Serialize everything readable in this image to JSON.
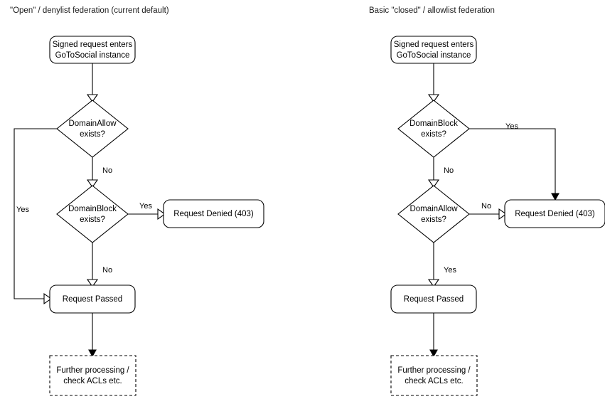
{
  "diagrams": [
    {
      "title": "\"Open\" / denylist federation (current default)",
      "nodes": {
        "start": {
          "line1": "Signed request enters",
          "line2": "GoToSocial instance"
        },
        "decision1": {
          "line1": "DomainAllow",
          "line2": "exists?"
        },
        "decision2": {
          "line1": "DomainBlock",
          "line2": "exists?"
        },
        "denied": {
          "label": "Request Denied (403)"
        },
        "passed": {
          "label": "Request Passed"
        },
        "further": {
          "line1": "Further processing /",
          "line2": "check ACLs etc."
        }
      },
      "edges": {
        "allow_yes": "Yes",
        "allow_no": "No",
        "block_yes": "Yes",
        "block_no": "No"
      }
    },
    {
      "title": "Basic \"closed\" / allowlist federation",
      "nodes": {
        "start": {
          "line1": "Signed request enters",
          "line2": "GoToSocial instance"
        },
        "decision1": {
          "line1": "DomainBlock",
          "line2": "exists?"
        },
        "decision2": {
          "line1": "DomainAllow",
          "line2": "exists?"
        },
        "denied": {
          "label": "Request Denied (403)"
        },
        "passed": {
          "label": "Request Passed"
        },
        "further": {
          "line1": "Further processing /",
          "line2": "check ACLs etc."
        }
      },
      "edges": {
        "block_yes": "Yes",
        "block_no": "No",
        "allow_no": "No",
        "allow_yes": "Yes"
      }
    }
  ],
  "colors": {
    "stroke": "#000000",
    "fill": "#ffffff",
    "text": "#000000"
  }
}
